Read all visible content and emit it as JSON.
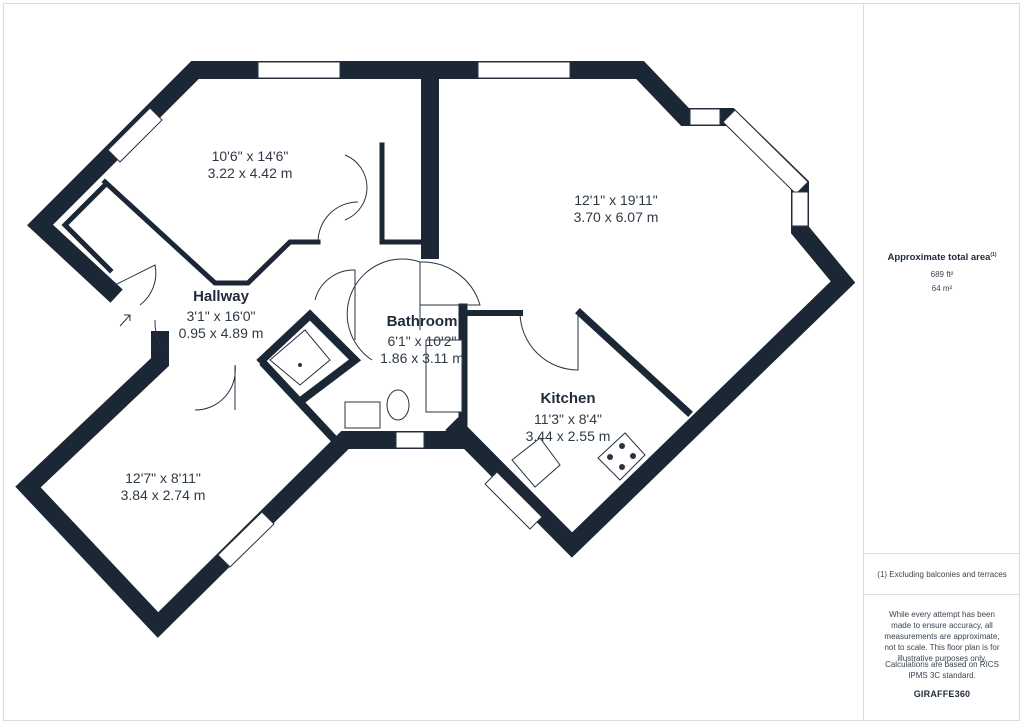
{
  "rooms": {
    "bedroom1": {
      "dim_imperial": "10'6\" x 14'6\"",
      "dim_metric": "3.22 x 4.42 m"
    },
    "living": {
      "dim_imperial": "12'1\" x 19'11\"",
      "dim_metric": "3.70 x 6.07 m"
    },
    "hallway": {
      "name": "Hallway",
      "dim_imperial": "3'1\" x 16'0\"",
      "dim_metric": "0.95 x 4.89 m"
    },
    "bathroom": {
      "name": "Bathroom",
      "dim_imperial": "6'1\" x 10'2\"",
      "dim_metric": "1.86 x 3.11 m"
    },
    "kitchen": {
      "name": "Kitchen",
      "dim_imperial": "11'3\" x 8'4\"",
      "dim_metric": "3.44 x 2.55 m"
    },
    "bedroom2": {
      "dim_imperial": "12'7\" x 8'11\"",
      "dim_metric": "3.84 x 2.74 m"
    }
  },
  "sidebar": {
    "area_title": "Approximate total area",
    "area_footnote_mark": "(1)",
    "area_sqft": "689 ft²",
    "area_sqm": "64 m²",
    "footnote": "(1) Excluding balconies and terraces",
    "disclaimer": "While every attempt has been made to ensure accuracy, all measurements are approximate, not to scale. This floor plan is for illustrative purposes only.",
    "calc_note": "Calculations are based on RICS IPMS 3C standard.",
    "brand": "GIRAFFE360"
  },
  "colors": {
    "wall": "#1c2736",
    "window": "#ffffff",
    "line": "#2a3340"
  }
}
